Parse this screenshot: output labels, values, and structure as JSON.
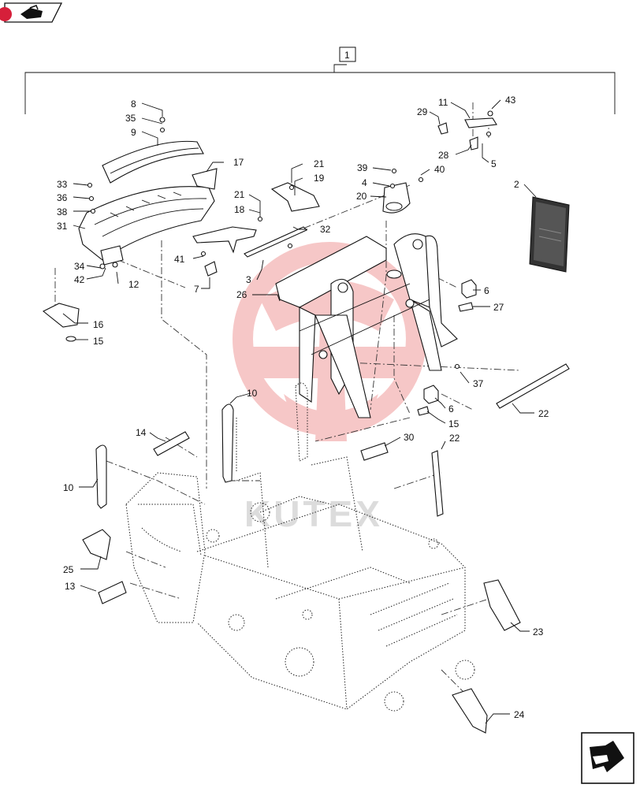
{
  "nav": {
    "back_icon": "hand-pointer-icon",
    "next_icon": "next-page-arrow-icon"
  },
  "group_label": "1",
  "watermark": {
    "text": "KUTEX",
    "color": "#e23a3a"
  },
  "callouts": {
    "c1": "1",
    "c2": "2",
    "c3": "3",
    "c4": "4",
    "c5": "5",
    "c6a": "6",
    "c6b": "6",
    "c7": "7",
    "c8": "8",
    "c9": "9",
    "c10a": "10",
    "c10b": "10",
    "c11": "11",
    "c12": "12",
    "c13": "13",
    "c14": "14",
    "c15a": "15",
    "c15b": "15",
    "c16": "16",
    "c17": "17",
    "c18": "18",
    "c19": "19",
    "c20": "20",
    "c21a": "21",
    "c21b": "21",
    "c22a": "22",
    "c22b": "22",
    "c23": "23",
    "c24": "24",
    "c25": "25",
    "c26": "26",
    "c27": "27",
    "c28": "28",
    "c29": "29",
    "c30": "30",
    "c31": "31",
    "c32": "32",
    "c33": "33",
    "c34": "34",
    "c35": "35",
    "c36": "36",
    "c37": "37",
    "c38": "38",
    "c39": "39",
    "c40": "40",
    "c41": "41",
    "c42": "42",
    "c43": "43"
  }
}
